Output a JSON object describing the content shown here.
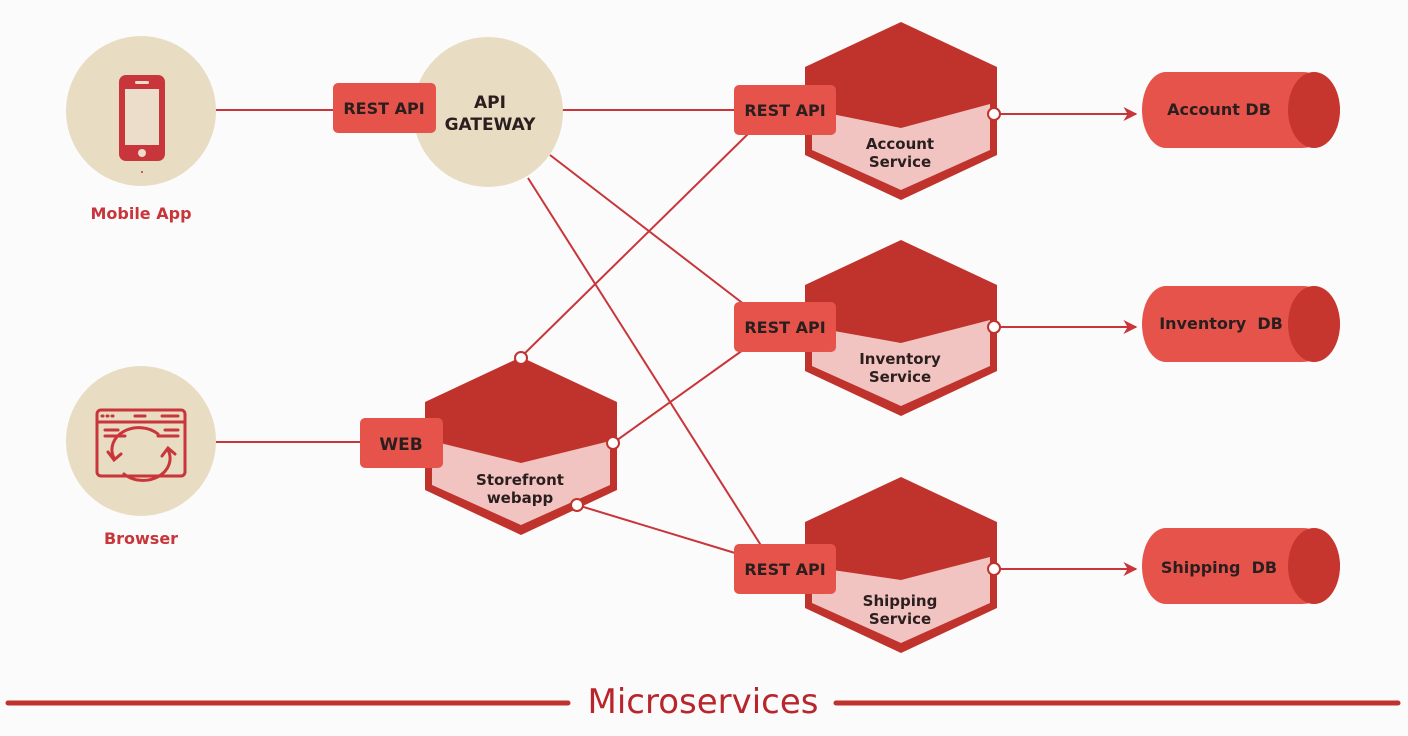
{
  "title": "Microservices",
  "colors": {
    "primary_dark": "#c0322c",
    "primary": "#e5534b",
    "light_pink": "#f2c4c1",
    "client_circle": "#e8dcc2",
    "line": "#c8353a",
    "text_dark": "#2b1e1e"
  },
  "clients": [
    {
      "id": "mobile",
      "label": "Mobile App",
      "icon": "smartphone-icon"
    },
    {
      "id": "browser",
      "label": "Browser",
      "icon": "browser-sync-icon"
    }
  ],
  "gateway": {
    "line1": "API",
    "line2": "GATEWAY",
    "interface_label": "REST API"
  },
  "storefront": {
    "line1": "Storefront",
    "line2": "webapp",
    "interface_label": "WEB"
  },
  "services": [
    {
      "id": "account",
      "line1": "Account",
      "line2": "Service",
      "interface_label": "REST API",
      "db_label": "Account DB"
    },
    {
      "id": "inventory",
      "line1": "Inventory",
      "line2": "Service",
      "interface_label": "REST API",
      "db_label": "Inventory  DB"
    },
    {
      "id": "shipping",
      "line1": "Shipping",
      "line2": "Service",
      "interface_label": "REST API",
      "db_label": "Shipping  DB"
    }
  ],
  "edges": [
    {
      "from": "Mobile App",
      "to": "API Gateway (REST API)"
    },
    {
      "from": "Browser",
      "to": "Storefront webapp (WEB)"
    },
    {
      "from": "API Gateway",
      "to": "Account Service (REST API)"
    },
    {
      "from": "API Gateway",
      "to": "Inventory Service (REST API)"
    },
    {
      "from": "API Gateway",
      "to": "Shipping Service (REST API)"
    },
    {
      "from": "Storefront webapp",
      "to": "Account Service (REST API)"
    },
    {
      "from": "Storefront webapp",
      "to": "Inventory Service (REST API)"
    },
    {
      "from": "Storefront webapp",
      "to": "Shipping Service (REST API)"
    },
    {
      "from": "Account Service",
      "to": "Account DB"
    },
    {
      "from": "Inventory Service",
      "to": "Inventory DB"
    },
    {
      "from": "Shipping Service",
      "to": "Shipping DB"
    }
  ]
}
